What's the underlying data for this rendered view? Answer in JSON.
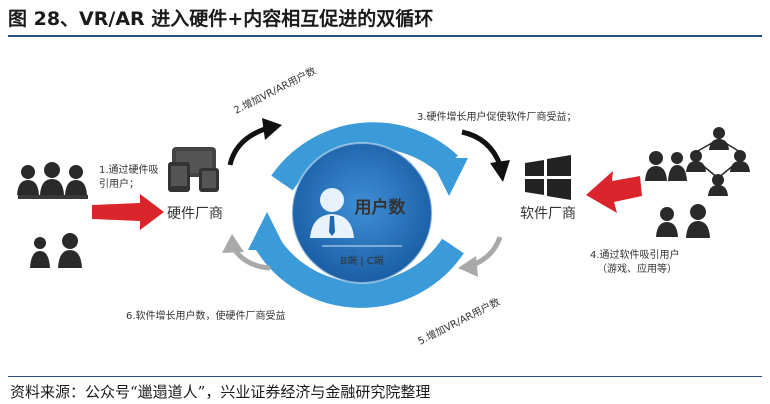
{
  "title": "图 28、VR/AR 进入硬件+内容相互促进的双循环",
  "source": "资料来源：公众号“邋遢道人”，兴业证券经济与金融研究院整理",
  "diagram": {
    "center_label": "用户数",
    "center_sub": "B端 | C端",
    "hardware_label": "硬件厂商",
    "software_label": "软件厂商",
    "steps": {
      "s1": [
        "1.通过硬件吸",
        "引用户；"
      ],
      "s2": "2.增加VR/AR用户数",
      "s3": "3.硬件增长用户促使软件厂商受益；",
      "s4": [
        "4.通过软件吸引用户",
        "（游戏、应用等）"
      ],
      "s5": "5.增加VR/AR用户数",
      "s6": "6.软件增长用户数，使硬件厂商受益"
    },
    "colors": {
      "ring": "#2e8fd0",
      "ring_light": "#5fb2e6",
      "center": "#1f67b0",
      "red_arrow": "#d9252b",
      "people": "#2a2a2a",
      "grey_arrow": "#a9a9a9"
    },
    "icons": {
      "hardware": "devices-icon",
      "software": "windows-logo-icon",
      "center": "user-icon"
    }
  }
}
